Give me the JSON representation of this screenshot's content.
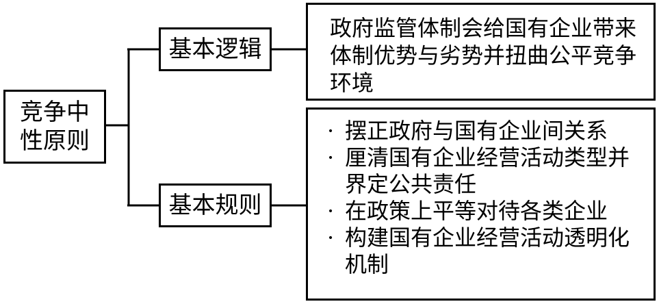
{
  "diagram": {
    "root": {
      "label": "竞争中性原则"
    },
    "branches": [
      {
        "label": "基本逻辑",
        "content": "政府监管体制会给国有企业带来体制优势与劣势并扭曲公平竞争环境"
      },
      {
        "label": "基本规则",
        "items": [
          "摆正政府与国有企业间关系",
          "厘清国有企业经营活动类型并界定公共责任",
          "在政策上平等对待各类企业",
          "构建国有企业经营活动透明化机制"
        ]
      }
    ]
  }
}
